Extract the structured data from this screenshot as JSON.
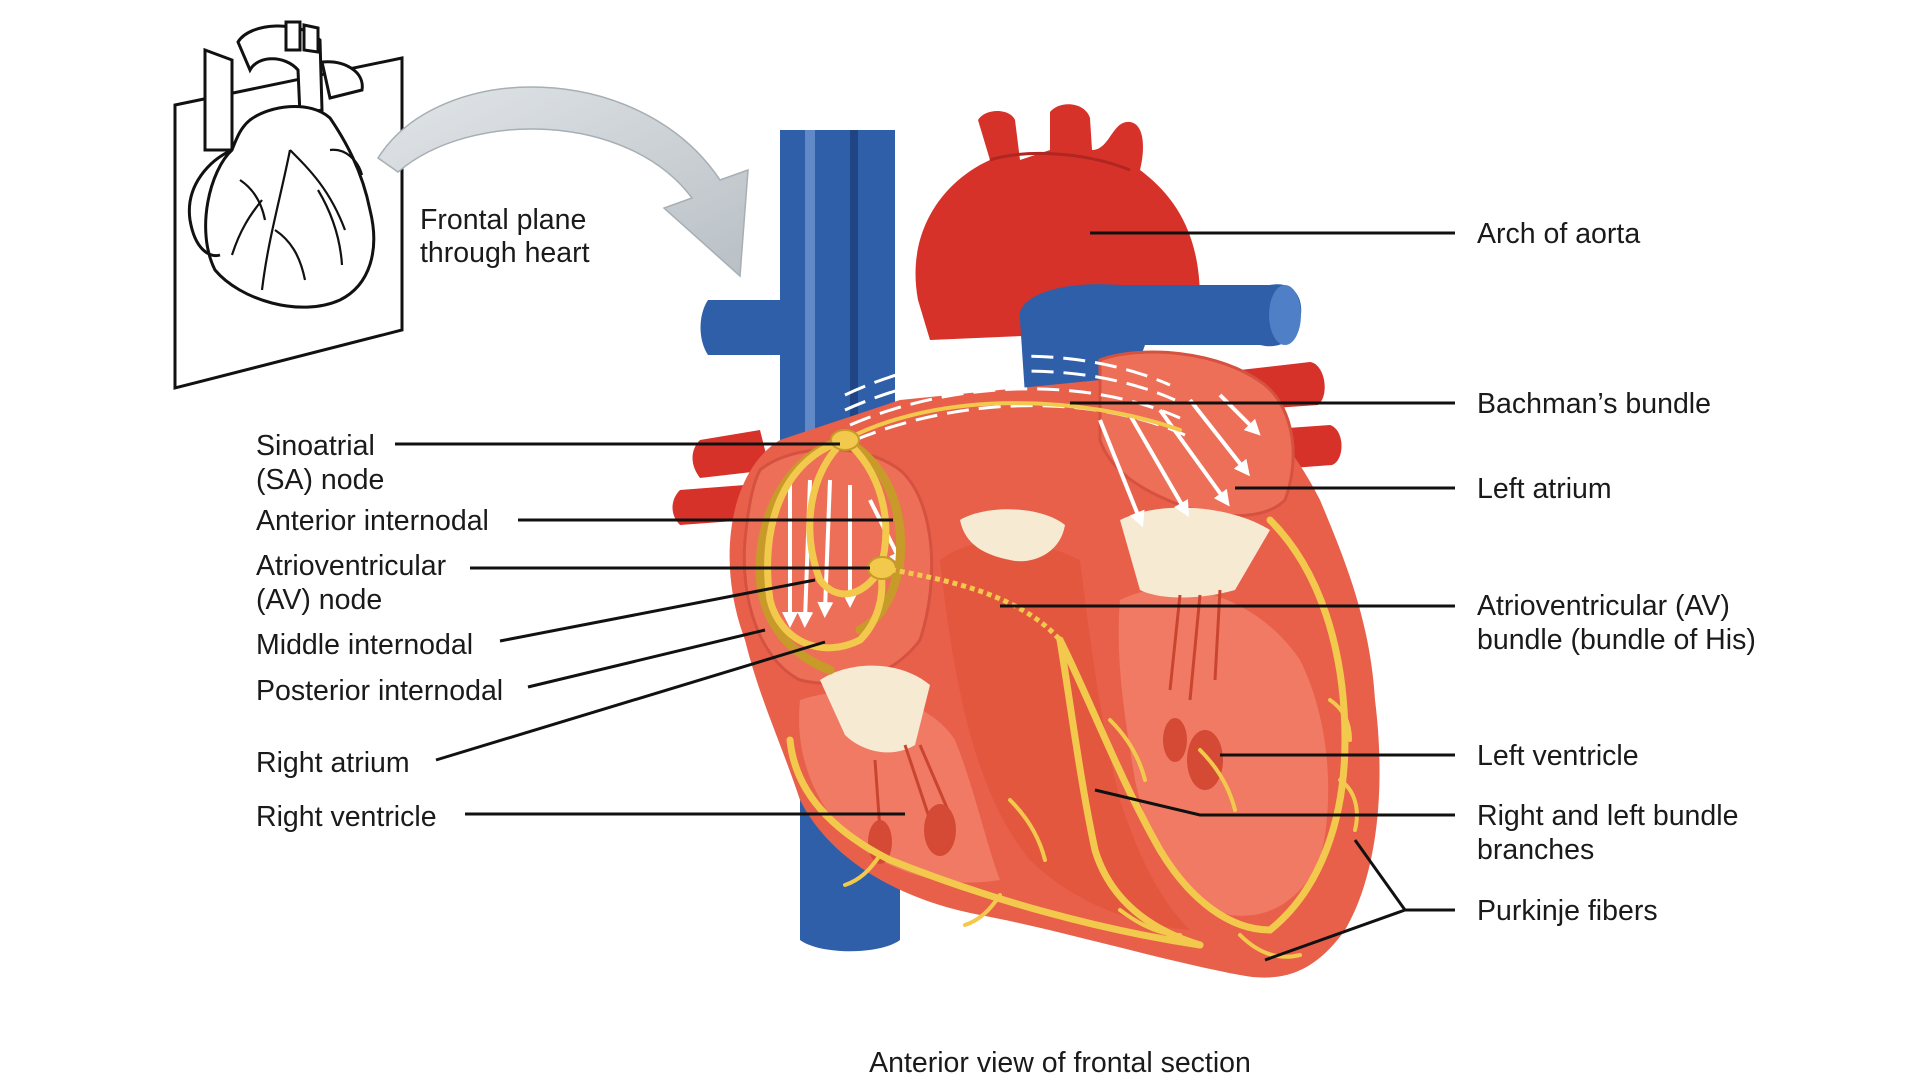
{
  "inset": {
    "plane_label_line1": "Frontal plane",
    "plane_label_line2": "through heart"
  },
  "labels": {
    "arch_of_aorta": "Arch of aorta",
    "bachmans_bundle": "Bachman’s bundle",
    "left_atrium": "Left atrium",
    "av_bundle_line1": "Atrioventricular (AV)",
    "av_bundle_line2": "bundle (bundle of His)",
    "left_ventricle": "Left ventricle",
    "bundle_branches_line1": "Right and left bundle",
    "bundle_branches_line2": "branches",
    "purkinje_fibers": "Purkinje fibers",
    "sa_node_line1": "Sinoatrial",
    "sa_node_line2": "(SA) node",
    "anterior_internodal": "Anterior internodal",
    "av_node_line1": "Atrioventricular",
    "av_node_line2": "(AV) node",
    "middle_internodal": "Middle internodal",
    "posterior_internodal": "Posterior internodal",
    "right_atrium": "Right atrium",
    "right_ventricle": "Right ventricle"
  },
  "caption": "Anterior view of frontal section",
  "colors": {
    "vein_blue": "#2f5fa8",
    "artery_red": "#d7322a",
    "myocardium": "#e8604a",
    "myocardium_inner": "#f07a63",
    "conduction_yellow": "#f2c94c",
    "valve_cream": "#f6ead2",
    "arrow_gray": "#c9cfd3"
  }
}
